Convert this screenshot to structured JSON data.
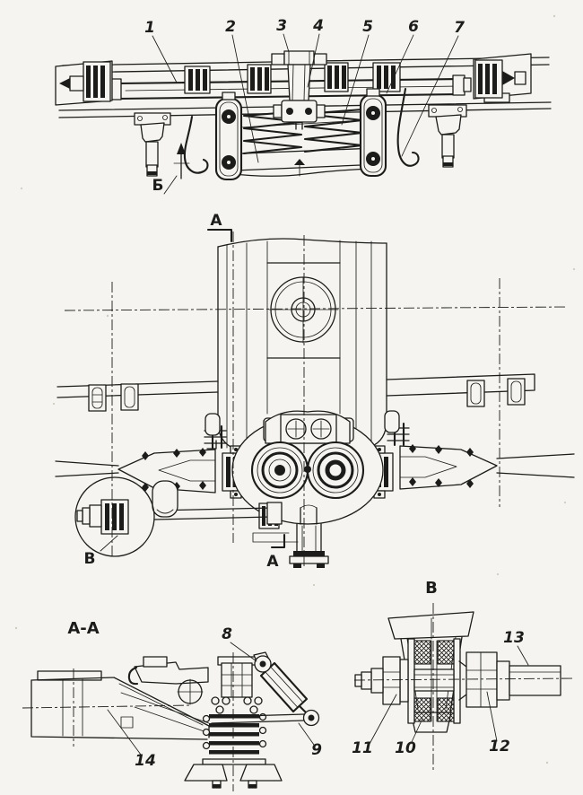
{
  "figure": {
    "paper_color": "#f5f4f0",
    "ink_color": "#1c1c1a",
    "front_view": {
      "callouts": [
        "1",
        "2",
        "3",
        "4",
        "5",
        "6",
        "7"
      ],
      "view_arrow_label": "Б"
    },
    "plan_view": {
      "section_label_top": "А",
      "section_label_bottom": "А",
      "detail_circle_label": "В"
    },
    "section_view": {
      "title": "А-А",
      "callouts": [
        "8",
        "9",
        "14"
      ]
    },
    "detail_view": {
      "title": "В",
      "callouts": [
        "11",
        "10",
        "12",
        "13"
      ]
    }
  }
}
